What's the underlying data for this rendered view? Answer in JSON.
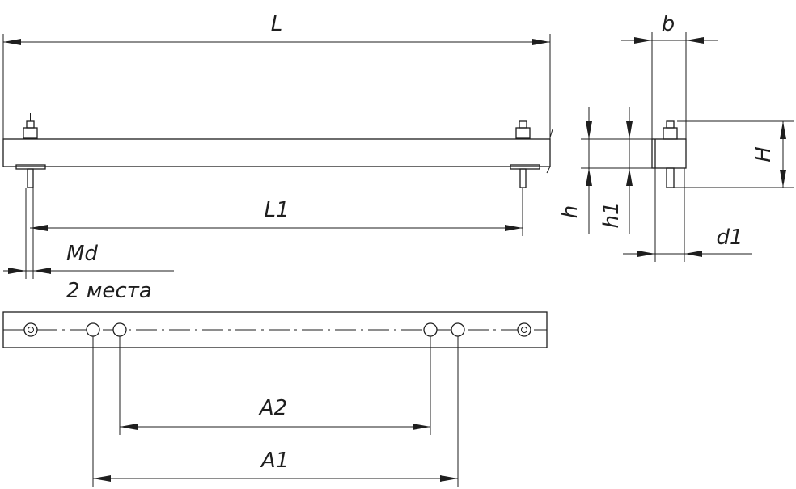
{
  "labels": {
    "L": "L",
    "L1": "L1",
    "Md": "Md",
    "places": "2 места",
    "A1": "A1",
    "A2": "A2",
    "b": "b",
    "H": "H",
    "h": "h",
    "h1": "h1",
    "d1": "d1"
  }
}
